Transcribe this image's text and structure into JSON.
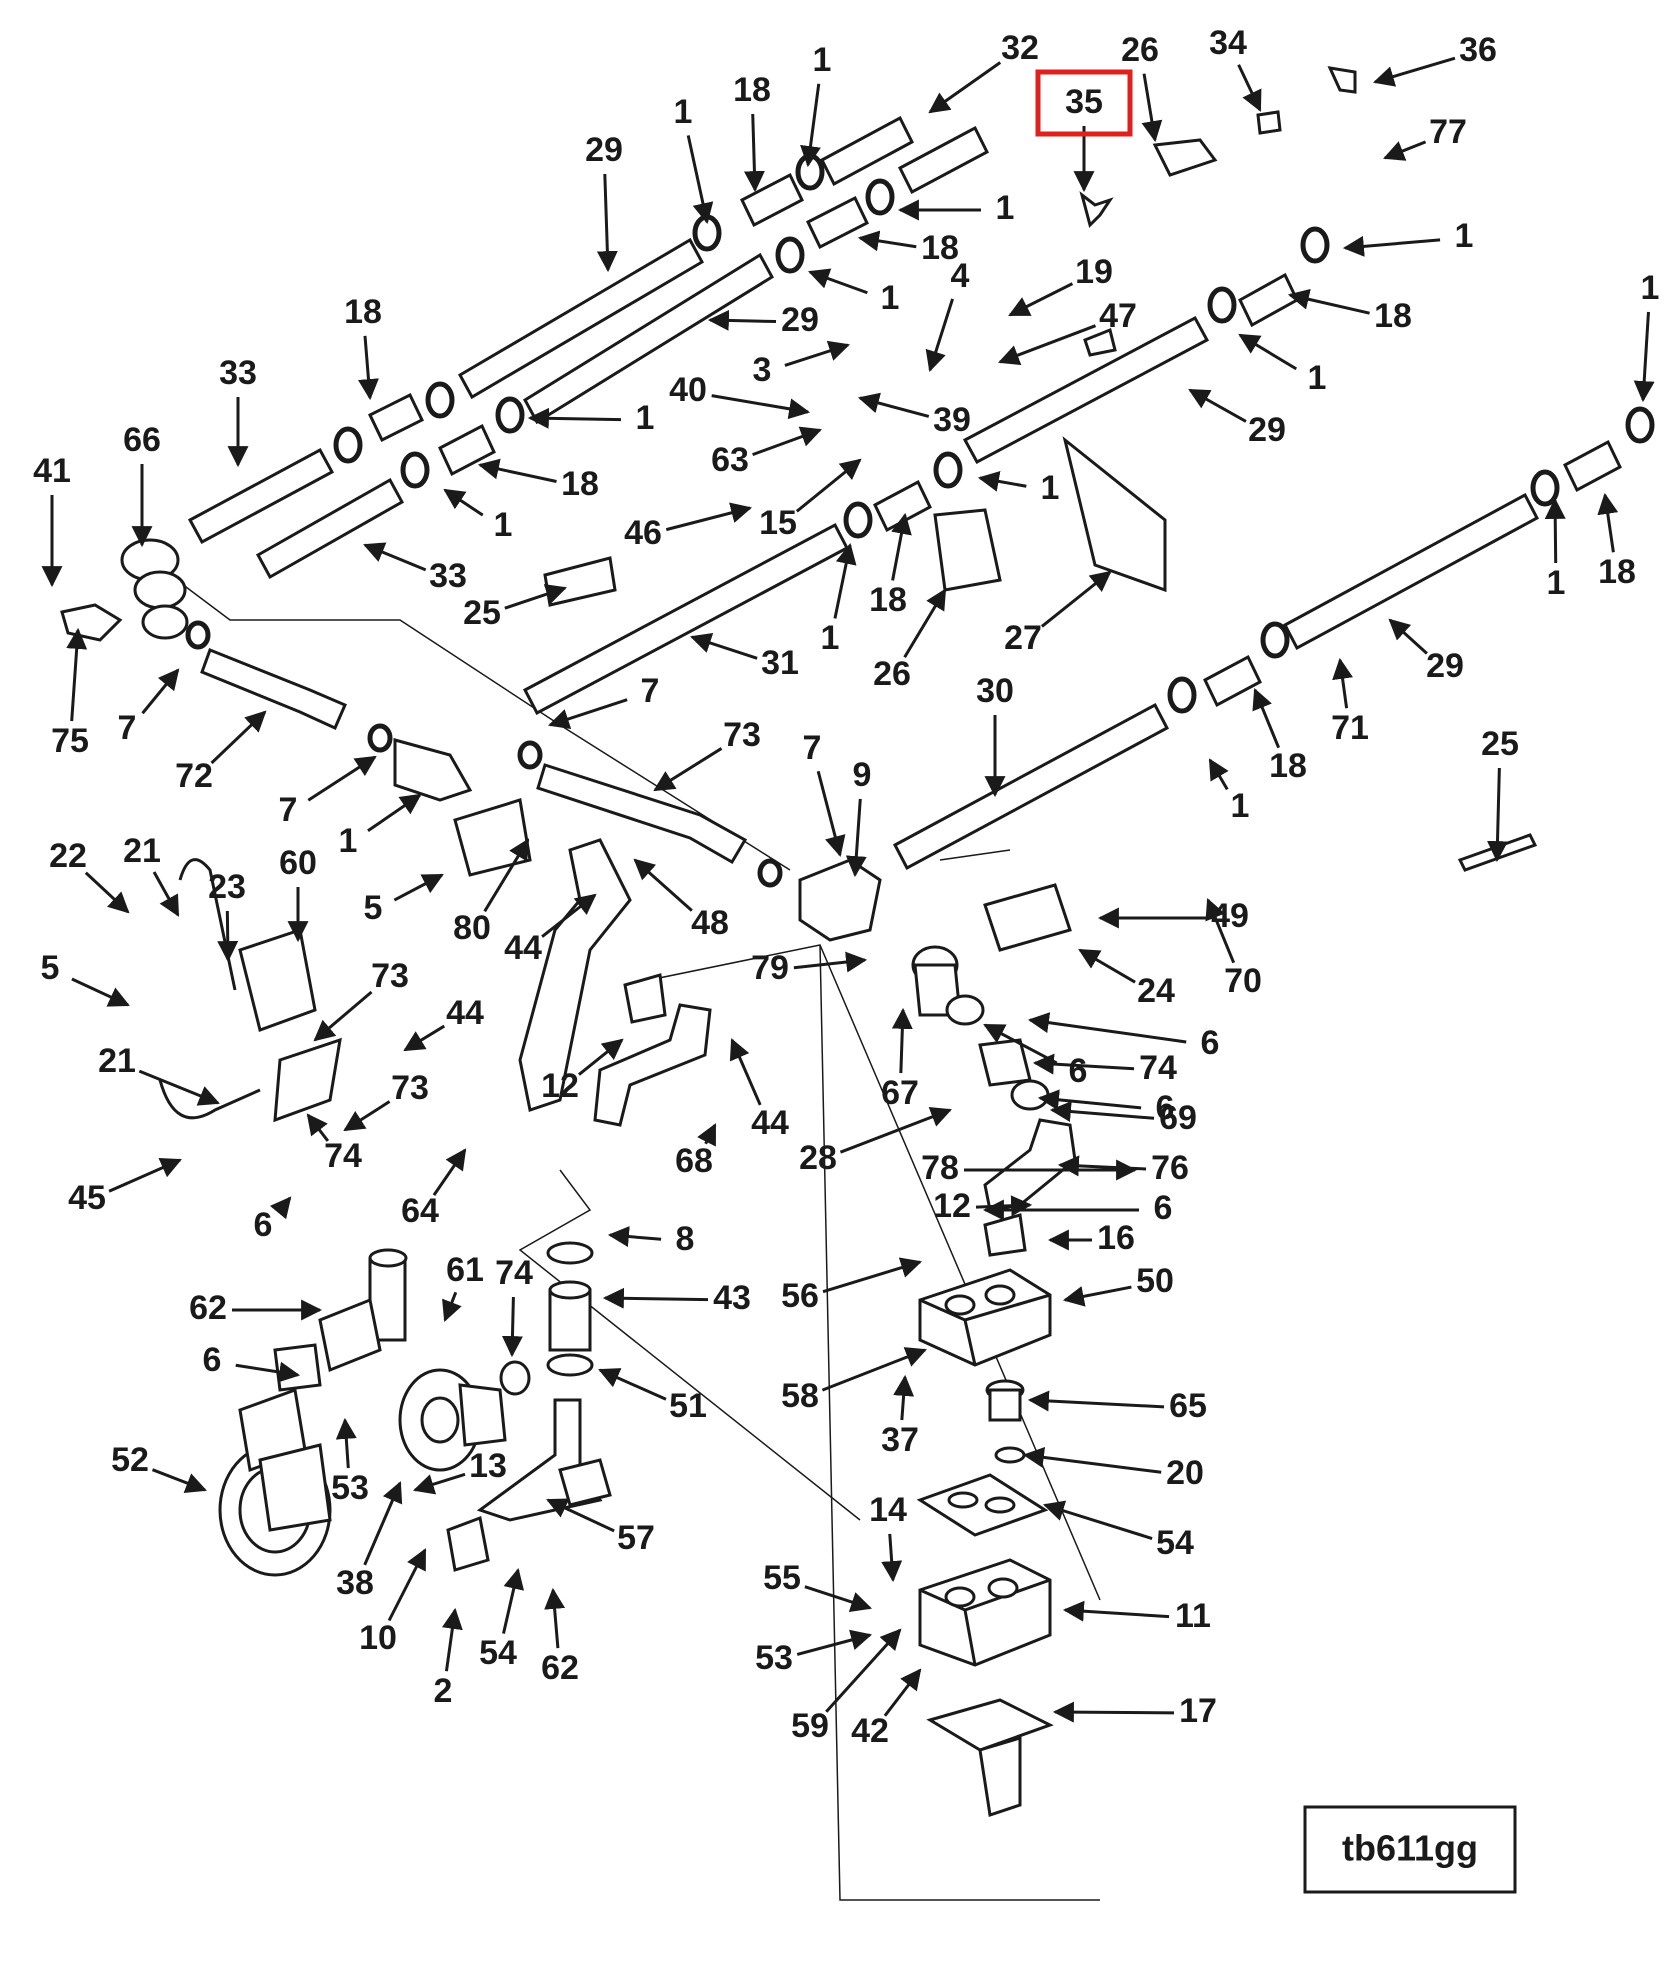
{
  "diagram": {
    "reference_code": "tb611gg",
    "highlighted_callout": "35",
    "highlight_color": "#e0201c",
    "callouts": [
      {
        "label": "1"
      },
      {
        "label": "18"
      },
      {
        "label": "1"
      },
      {
        "label": "32"
      },
      {
        "label": "26"
      },
      {
        "label": "34"
      },
      {
        "label": "36"
      },
      {
        "label": "35"
      },
      {
        "label": "77"
      },
      {
        "label": "29"
      },
      {
        "label": "1"
      },
      {
        "label": "18"
      },
      {
        "label": "1"
      },
      {
        "label": "4"
      },
      {
        "label": "19"
      },
      {
        "label": "1"
      },
      {
        "label": "1"
      },
      {
        "label": "18"
      },
      {
        "label": "1"
      },
      {
        "label": "29"
      },
      {
        "label": "47"
      },
      {
        "label": "18"
      },
      {
        "label": "3"
      },
      {
        "label": "33"
      },
      {
        "label": "40"
      },
      {
        "label": "39"
      },
      {
        "label": "1"
      },
      {
        "label": "29"
      },
      {
        "label": "1"
      },
      {
        "label": "66"
      },
      {
        "label": "18"
      },
      {
        "label": "63"
      },
      {
        "label": "41"
      },
      {
        "label": "1"
      },
      {
        "label": "46"
      },
      {
        "label": "15"
      },
      {
        "label": "33"
      },
      {
        "label": "25"
      },
      {
        "label": "1"
      },
      {
        "label": "18"
      },
      {
        "label": "27"
      },
      {
        "label": "1"
      },
      {
        "label": "18"
      },
      {
        "label": "75"
      },
      {
        "label": "7"
      },
      {
        "label": "31"
      },
      {
        "label": "26"
      },
      {
        "label": "29"
      },
      {
        "label": "72"
      },
      {
        "label": "7"
      },
      {
        "label": "30"
      },
      {
        "label": "7"
      },
      {
        "label": "73"
      },
      {
        "label": "7"
      },
      {
        "label": "25"
      },
      {
        "label": "1"
      },
      {
        "label": "18"
      },
      {
        "label": "70"
      },
      {
        "label": "71"
      },
      {
        "label": "1"
      },
      {
        "label": "9"
      },
      {
        "label": "22"
      },
      {
        "label": "21"
      },
      {
        "label": "23"
      },
      {
        "label": "60"
      },
      {
        "label": "5"
      },
      {
        "label": "80"
      },
      {
        "label": "44"
      },
      {
        "label": "48"
      },
      {
        "label": "49"
      },
      {
        "label": "5"
      },
      {
        "label": "79"
      },
      {
        "label": "24"
      },
      {
        "label": "73"
      },
      {
        "label": "44"
      },
      {
        "label": "6"
      },
      {
        "label": "21"
      },
      {
        "label": "12"
      },
      {
        "label": "73"
      },
      {
        "label": "74"
      },
      {
        "label": "67"
      },
      {
        "label": "6"
      },
      {
        "label": "44"
      },
      {
        "label": "6"
      },
      {
        "label": "74"
      },
      {
        "label": "69"
      },
      {
        "label": "28"
      },
      {
        "label": "78"
      },
      {
        "label": "68"
      },
      {
        "label": "76"
      },
      {
        "label": "45"
      },
      {
        "label": "6"
      },
      {
        "label": "16"
      },
      {
        "label": "12"
      },
      {
        "label": "6"
      },
      {
        "label": "64"
      },
      {
        "label": "8"
      },
      {
        "label": "61"
      },
      {
        "label": "74"
      },
      {
        "label": "43"
      },
      {
        "label": "56"
      },
      {
        "label": "62"
      },
      {
        "label": "50"
      },
      {
        "label": "6"
      },
      {
        "label": "58"
      },
      {
        "label": "51"
      },
      {
        "label": "65"
      },
      {
        "label": "37"
      },
      {
        "label": "52"
      },
      {
        "label": "13"
      },
      {
        "label": "20"
      },
      {
        "label": "53"
      },
      {
        "label": "57"
      },
      {
        "label": "14"
      },
      {
        "label": "54"
      },
      {
        "label": "38"
      },
      {
        "label": "55"
      },
      {
        "label": "10"
      },
      {
        "label": "11"
      },
      {
        "label": "54"
      },
      {
        "label": "62"
      },
      {
        "label": "53"
      },
      {
        "label": "2"
      },
      {
        "label": "59"
      },
      {
        "label": "42"
      },
      {
        "label": "17"
      }
    ]
  }
}
